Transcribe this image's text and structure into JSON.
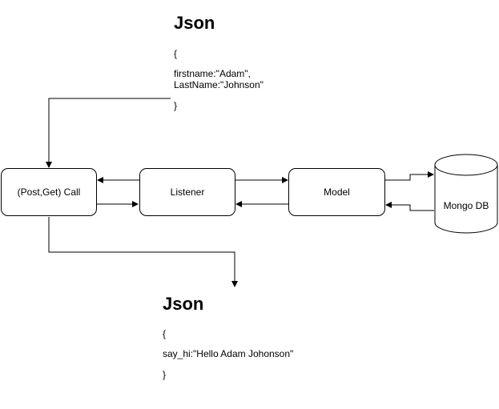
{
  "input_json": {
    "title": "Json",
    "lines": [
      "{",
      "firstname:\"Adam\",",
      "LastName:\"Johnson\"",
      "}"
    ]
  },
  "nodes": {
    "call": "(Post,Get) Call",
    "listener": "Listener",
    "model": "Model",
    "database": "Mongo DB"
  },
  "output_json": {
    "title": "Json",
    "lines": [
      "{",
      "say_hi:\"Hello Adam Johonson\"",
      "}"
    ]
  }
}
